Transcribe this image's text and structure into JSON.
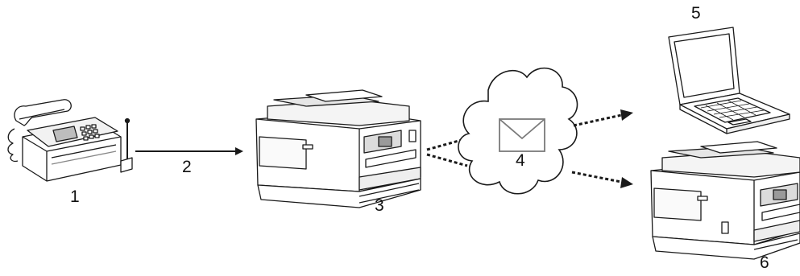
{
  "labels": {
    "fax_machine": "1",
    "fax_transmission": "2",
    "machine": "3",
    "email": "4",
    "computer": "5",
    "receiving_machine": "6"
  },
  "colors": {
    "line": "#1a1a1a",
    "device_body": "#ffffff",
    "device_shade": "#d9d9d9",
    "device_dark": "#9a9a9a"
  },
  "icons": {
    "fax_machine": "fax-machine-icon",
    "machine": "printer-mfc-icon",
    "cloud": "cloud-icon",
    "email": "envelope-icon",
    "computer": "laptop-icon",
    "receiving_machine": "printer-mfc-icon"
  }
}
